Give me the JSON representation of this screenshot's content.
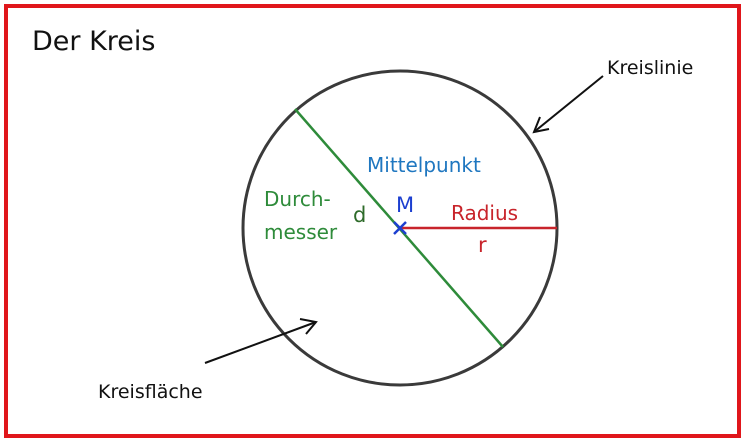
{
  "title": "Der Kreis",
  "labels": {
    "kreislinie": "Kreislinie",
    "kreisflaeche": "Kreisfläche",
    "mittelpunkt": "Mittelpunkt",
    "mittelpunkt_symbol": "M",
    "radius": "Radius",
    "radius_symbol": "r",
    "durchmesser_line1": "Durch-",
    "durchmesser_line2": "messer",
    "durchmesser_symbol": "d"
  },
  "colors": {
    "frame": "#e0161b",
    "circle": "#3a3a3a",
    "diameter": "#2e8b3a",
    "radius": "#c8242b",
    "center": "#1c3fd0",
    "mittelpunkt_text": "#1f77c0",
    "text": "#111111",
    "arrow": "#111111"
  }
}
